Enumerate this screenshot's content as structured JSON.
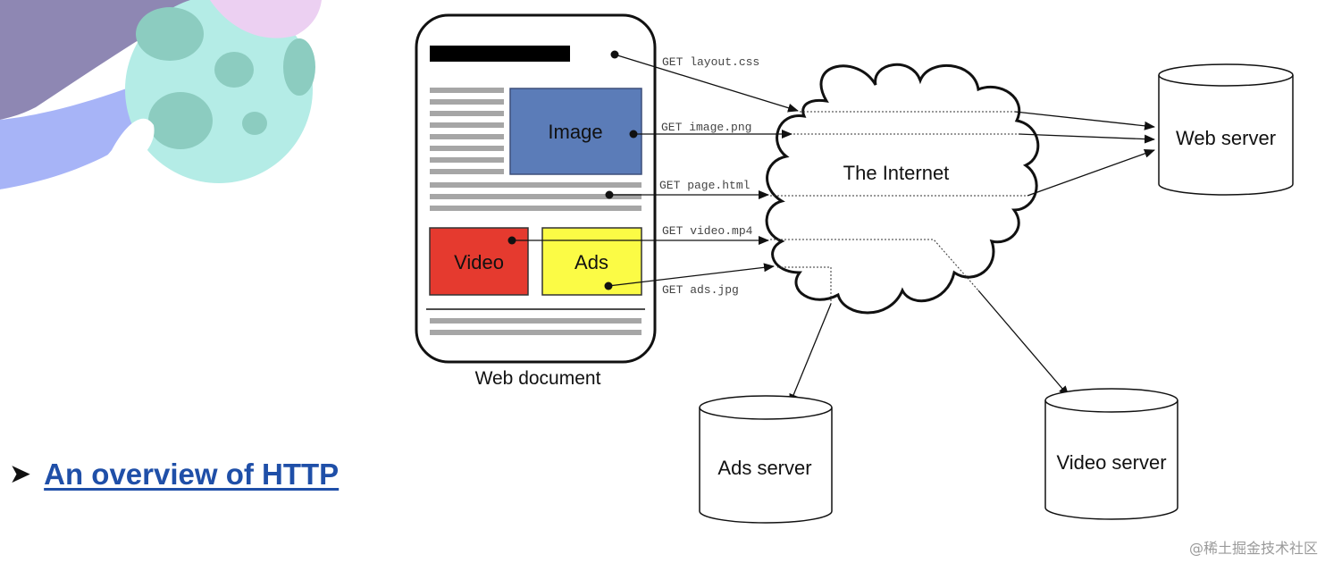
{
  "diagram": {
    "document_label": "Web document",
    "image_label": "Image",
    "video_label": "Video",
    "ads_label": "Ads",
    "internet_label": "The Internet",
    "requests": {
      "css": "GET layout.css",
      "png": "GET image.png",
      "html": "GET page.html",
      "mp4": "GET video.mp4",
      "ads": "GET ads.jpg"
    },
    "servers": {
      "web": "Web server",
      "ads": "Ads server",
      "video": "Video server"
    },
    "colors": {
      "image_box": "#5b7cb8",
      "video_box": "#e53a2f",
      "ads_box": "#fbfb45"
    }
  },
  "link": {
    "label": "An overview of HTTP",
    "bullet_icon": "arrowhead-bullet-icon"
  },
  "watermark": "@稀土掘金技术社区"
}
